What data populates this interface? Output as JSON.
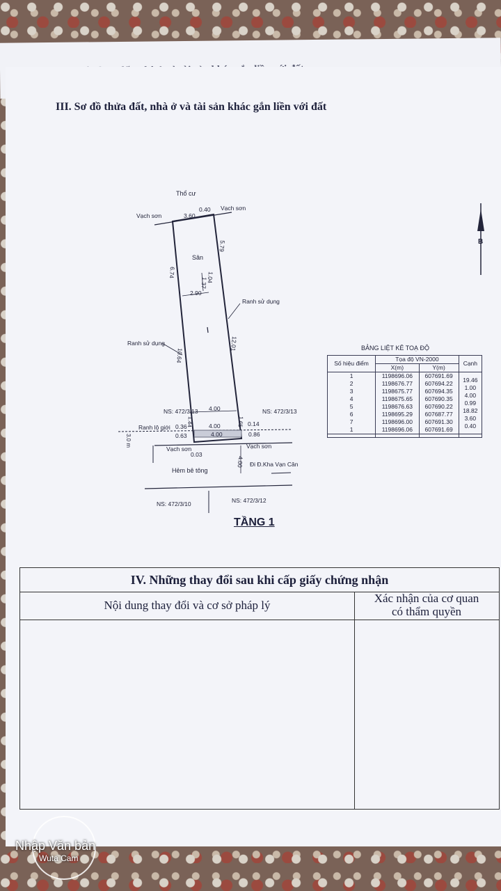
{
  "background_page": {
    "ghost_title": "III. Sơ đồ thửa đất, nhà ở và tài sản khác gắn liền với đất"
  },
  "section3": {
    "title": "III. Sơ đồ thửa đất, nhà ở và tài sản khác gắn liền với đất",
    "plan": {
      "top_label": "Thổ cư",
      "north": "B",
      "labels": {
        "vach_son_tl": "Vạch sơn",
        "vach_son_tr": "Vạch sơn",
        "vach_son_br": "Vạch sơn",
        "vach_son_bl": "Vạch sơn",
        "san": "Sân",
        "ranh_su_dung_r": "Ranh sử dụng",
        "ranh_su_dung_l": "Ranh sử dụng",
        "ns_left": "NS: 472/3/13",
        "ns_right": "NS: 472/3/13",
        "ranh_lo_gioi": "Ranh lộ giới",
        "hem": "Hẻm bê tông",
        "di": "Đi Đ.Kha Vạn Cân",
        "ns_bottom_left": "NS: 472/3/10",
        "ns_bottom_right": "NS: 472/3/12"
      },
      "dims": {
        "d360": "3.60",
        "d040": "0.40",
        "d674": "6.74",
        "d579": "5.79",
        "d104": "1.04",
        "d137": "1.37",
        "d290": "2.90",
        "d1064": "10.64",
        "d1201": "12.01",
        "d400a": "4.00",
        "d144": "1.44",
        "d165": "1.65",
        "d036": "0.36",
        "d400b": "4.00",
        "d014": "0.14",
        "d063": "0.63",
        "d400c": "4.00",
        "d086": "0.86",
        "d30": "3.0 m",
        "d003": "0.03",
        "d400d": "4.00"
      }
    },
    "floor_label": "TẦNG 1",
    "coord_table": {
      "title": "BẢNG LIỆT KÊ TOẠ ĐỘ",
      "h_so_hieu": "Số hiệu điểm",
      "h_toa_do": "Tọa độ VN-2000",
      "h_x": "X(m)",
      "h_y": "Y(m)",
      "h_canh": "Cạnh",
      "rows": [
        {
          "p": "1",
          "x": "1198696.06",
          "y": "607691.69"
        },
        {
          "p": "2",
          "x": "1198676.77",
          "y": "607694.22"
        },
        {
          "p": "3",
          "x": "1198675.77",
          "y": "607694.35"
        },
        {
          "p": "4",
          "x": "1198675.65",
          "y": "607690.35"
        },
        {
          "p": "5",
          "x": "1198676.63",
          "y": "607690.22"
        },
        {
          "p": "6",
          "x": "1198695.29",
          "y": "607687.77"
        },
        {
          "p": "7",
          "x": "1198696.00",
          "y": "607691.30"
        },
        {
          "p": "1",
          "x": "1198696.06",
          "y": "607691.69"
        }
      ],
      "edges": [
        "19.46",
        "1.00",
        "4.00",
        "0.99",
        "18.82",
        "3.60",
        "0.40"
      ]
    }
  },
  "section4": {
    "title": "IV. Những thay đổi sau khi cấp giấy chứng nhận",
    "col1": "Nội dung thay đổi và cơ sở pháp lý",
    "col2_line1": "Xác nhận của cơ quan",
    "col2_line2": "có thẩm quyền"
  },
  "watermark": {
    "line1": "Nhập Văn bản",
    "line2": "Wuta Cam"
  }
}
